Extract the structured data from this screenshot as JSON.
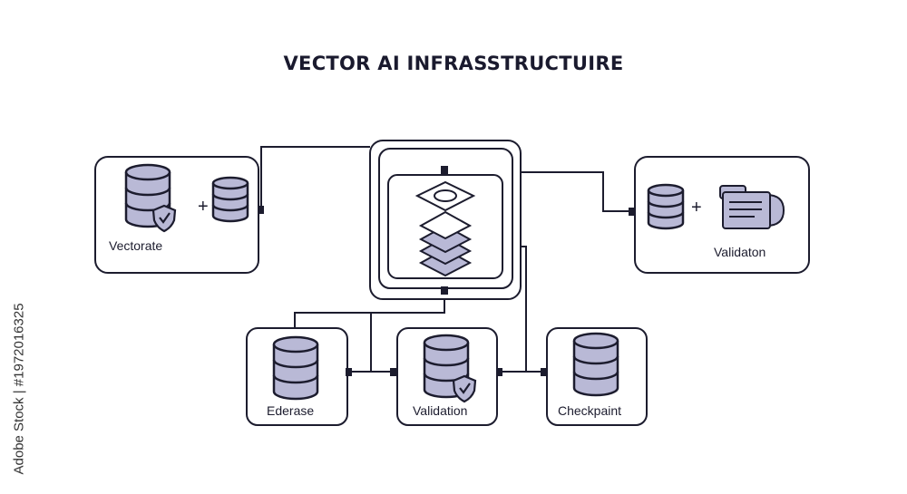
{
  "title": "VECTOR AI INFRASSTRUCTUIRE",
  "watermark": "Adobe Stock | #1972016325",
  "nodes": {
    "left": {
      "label": "Vectorate",
      "plus": "+"
    },
    "right": {
      "label": "Validaton",
      "plus": "+"
    },
    "bottom_left": {
      "label": "Ederase"
    },
    "bottom_mid": {
      "label": "Validation"
    },
    "bottom_right": {
      "label": "Checkpaint"
    }
  },
  "colors": {
    "fill": "#b9b9d6",
    "stroke": "#1c1c2e"
  }
}
